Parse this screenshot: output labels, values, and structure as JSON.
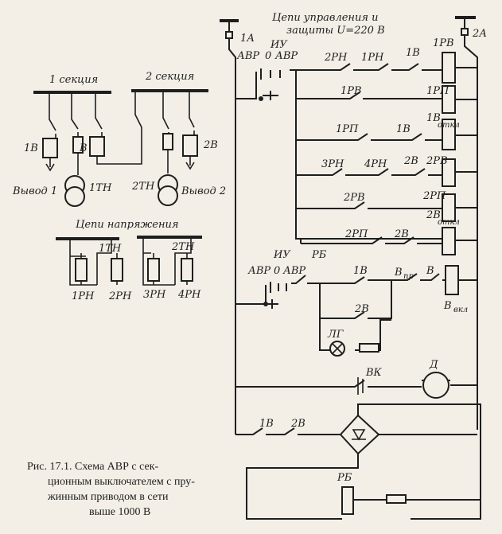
{
  "title": {
    "line1": "Цепи управления и",
    "line2": "защиты U=220 В"
  },
  "buses": {
    "left": "1А",
    "right": "2А"
  },
  "sections": {
    "s1": "1 секция",
    "s2": "2 секция"
  },
  "power": {
    "br_1v": "1В",
    "br_v": "В",
    "br_2v": "2В",
    "out1": "Вывод 1",
    "out2": "Вывод 2",
    "tn1": "1ТН",
    "tn2": "2ТН"
  },
  "voltage": {
    "title": "Цепи напряжения",
    "tn1": "1ТН",
    "tn2": "2ТН",
    "relays": [
      "1РН",
      "2РН",
      "3РН",
      "4РН"
    ]
  },
  "control": {
    "iu1": "ИУ",
    "avr1_left": "АВР",
    "avr1_zero": "0",
    "avr1_right": "АВР",
    "r1": [
      "2РН",
      "1РН",
      "1В",
      "1РВ"
    ],
    "r2": [
      "1РВ",
      "1РП"
    ],
    "r3": [
      "1РП",
      "1В",
      "1В",
      "откл"
    ],
    "r4": [
      "3РН",
      "4РН",
      "2В",
      "2РВ"
    ],
    "r5": [
      "2РВ",
      "2РП"
    ],
    "r6": [
      "2РП",
      "2В",
      "2В",
      "откл"
    ],
    "iu2": "ИУ",
    "avr2_left": "АВР",
    "avr2_zero": "0",
    "avr2_right": "АВР",
    "rb": "РБ",
    "r7": [
      "1В",
      "В",
      "пр",
      "В",
      "В",
      "вкл"
    ],
    "r8": [
      "2В"
    ],
    "lamp": "ЛГ",
    "vk": "ВК",
    "motor": "Д",
    "r11": [
      "1В",
      "2В"
    ],
    "rb_coil": "РБ"
  },
  "caption": [
    "Рис. 17.1. Схема АВР с сек-",
    "ционным выключателем с пру-",
    "жинным приводом в сети",
    "выше 1000 В"
  ]
}
